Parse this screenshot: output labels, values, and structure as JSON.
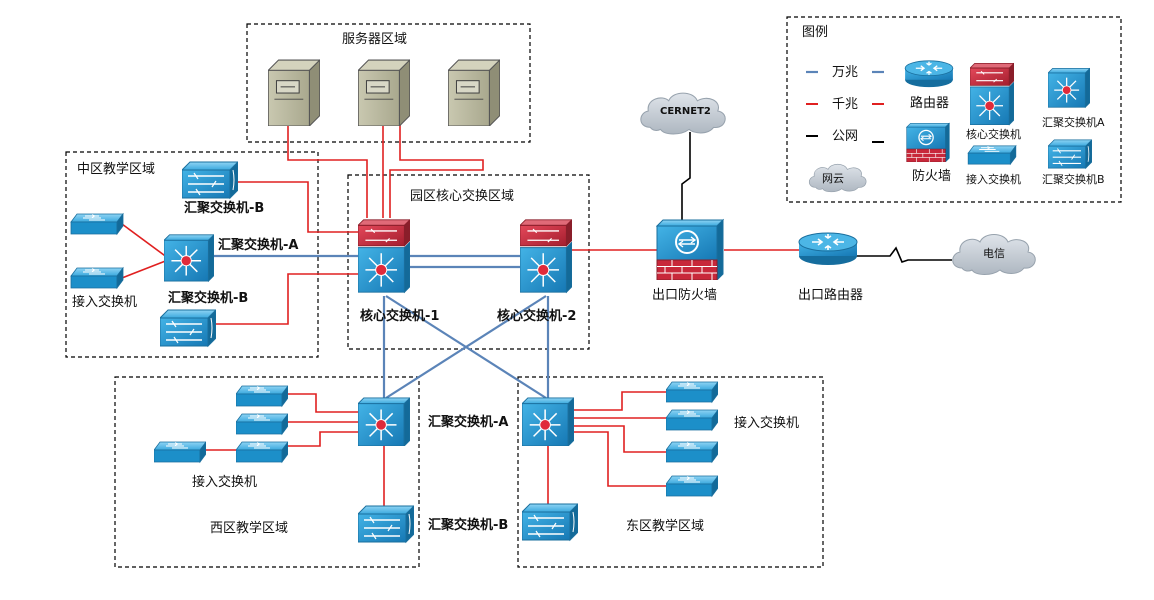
{
  "zones": {
    "server": "服务器区域",
    "center": "中区教学区域",
    "core": "园区核心交换区域",
    "west": "西区教学区域",
    "east": "东区教学区域"
  },
  "devices": {
    "center_agg_b_top": "汇聚交换机-B",
    "center_agg_a": "汇聚交换机-A",
    "center_agg_b": "汇聚交换机-B",
    "center_access": "接入交换机",
    "core1": "核心交换机-1",
    "core2": "核心交换机-2",
    "firewall": "出口防火墙",
    "router": "出口路由器",
    "cernet": "CERNET2",
    "telecom": "电信",
    "west_access": "接入交换机",
    "mid_agg_a": "汇聚交换机-A",
    "mid_agg_b": "汇聚交换机-B",
    "east_access": "接入交换机"
  },
  "legend": {
    "title": "图例",
    "line_10g": "万兆",
    "line_1g": "千兆",
    "line_public": "公网",
    "cloud": "网云",
    "router": "路由器",
    "core": "核心交换机",
    "agg_a": "汇聚交换机A",
    "firewall": "防火墙",
    "access": "接入交换机",
    "agg_b": "汇聚交换机B"
  },
  "colors": {
    "line_10g": "#5b84b8",
    "line_1g": "#e02020",
    "line_public": "#000000",
    "device_blue": "#1c8fc9",
    "core_red": "#c8283a",
    "firewall_brick": "#c8283a",
    "cloud": "#c4ccd4",
    "server": "#b8b79e"
  }
}
